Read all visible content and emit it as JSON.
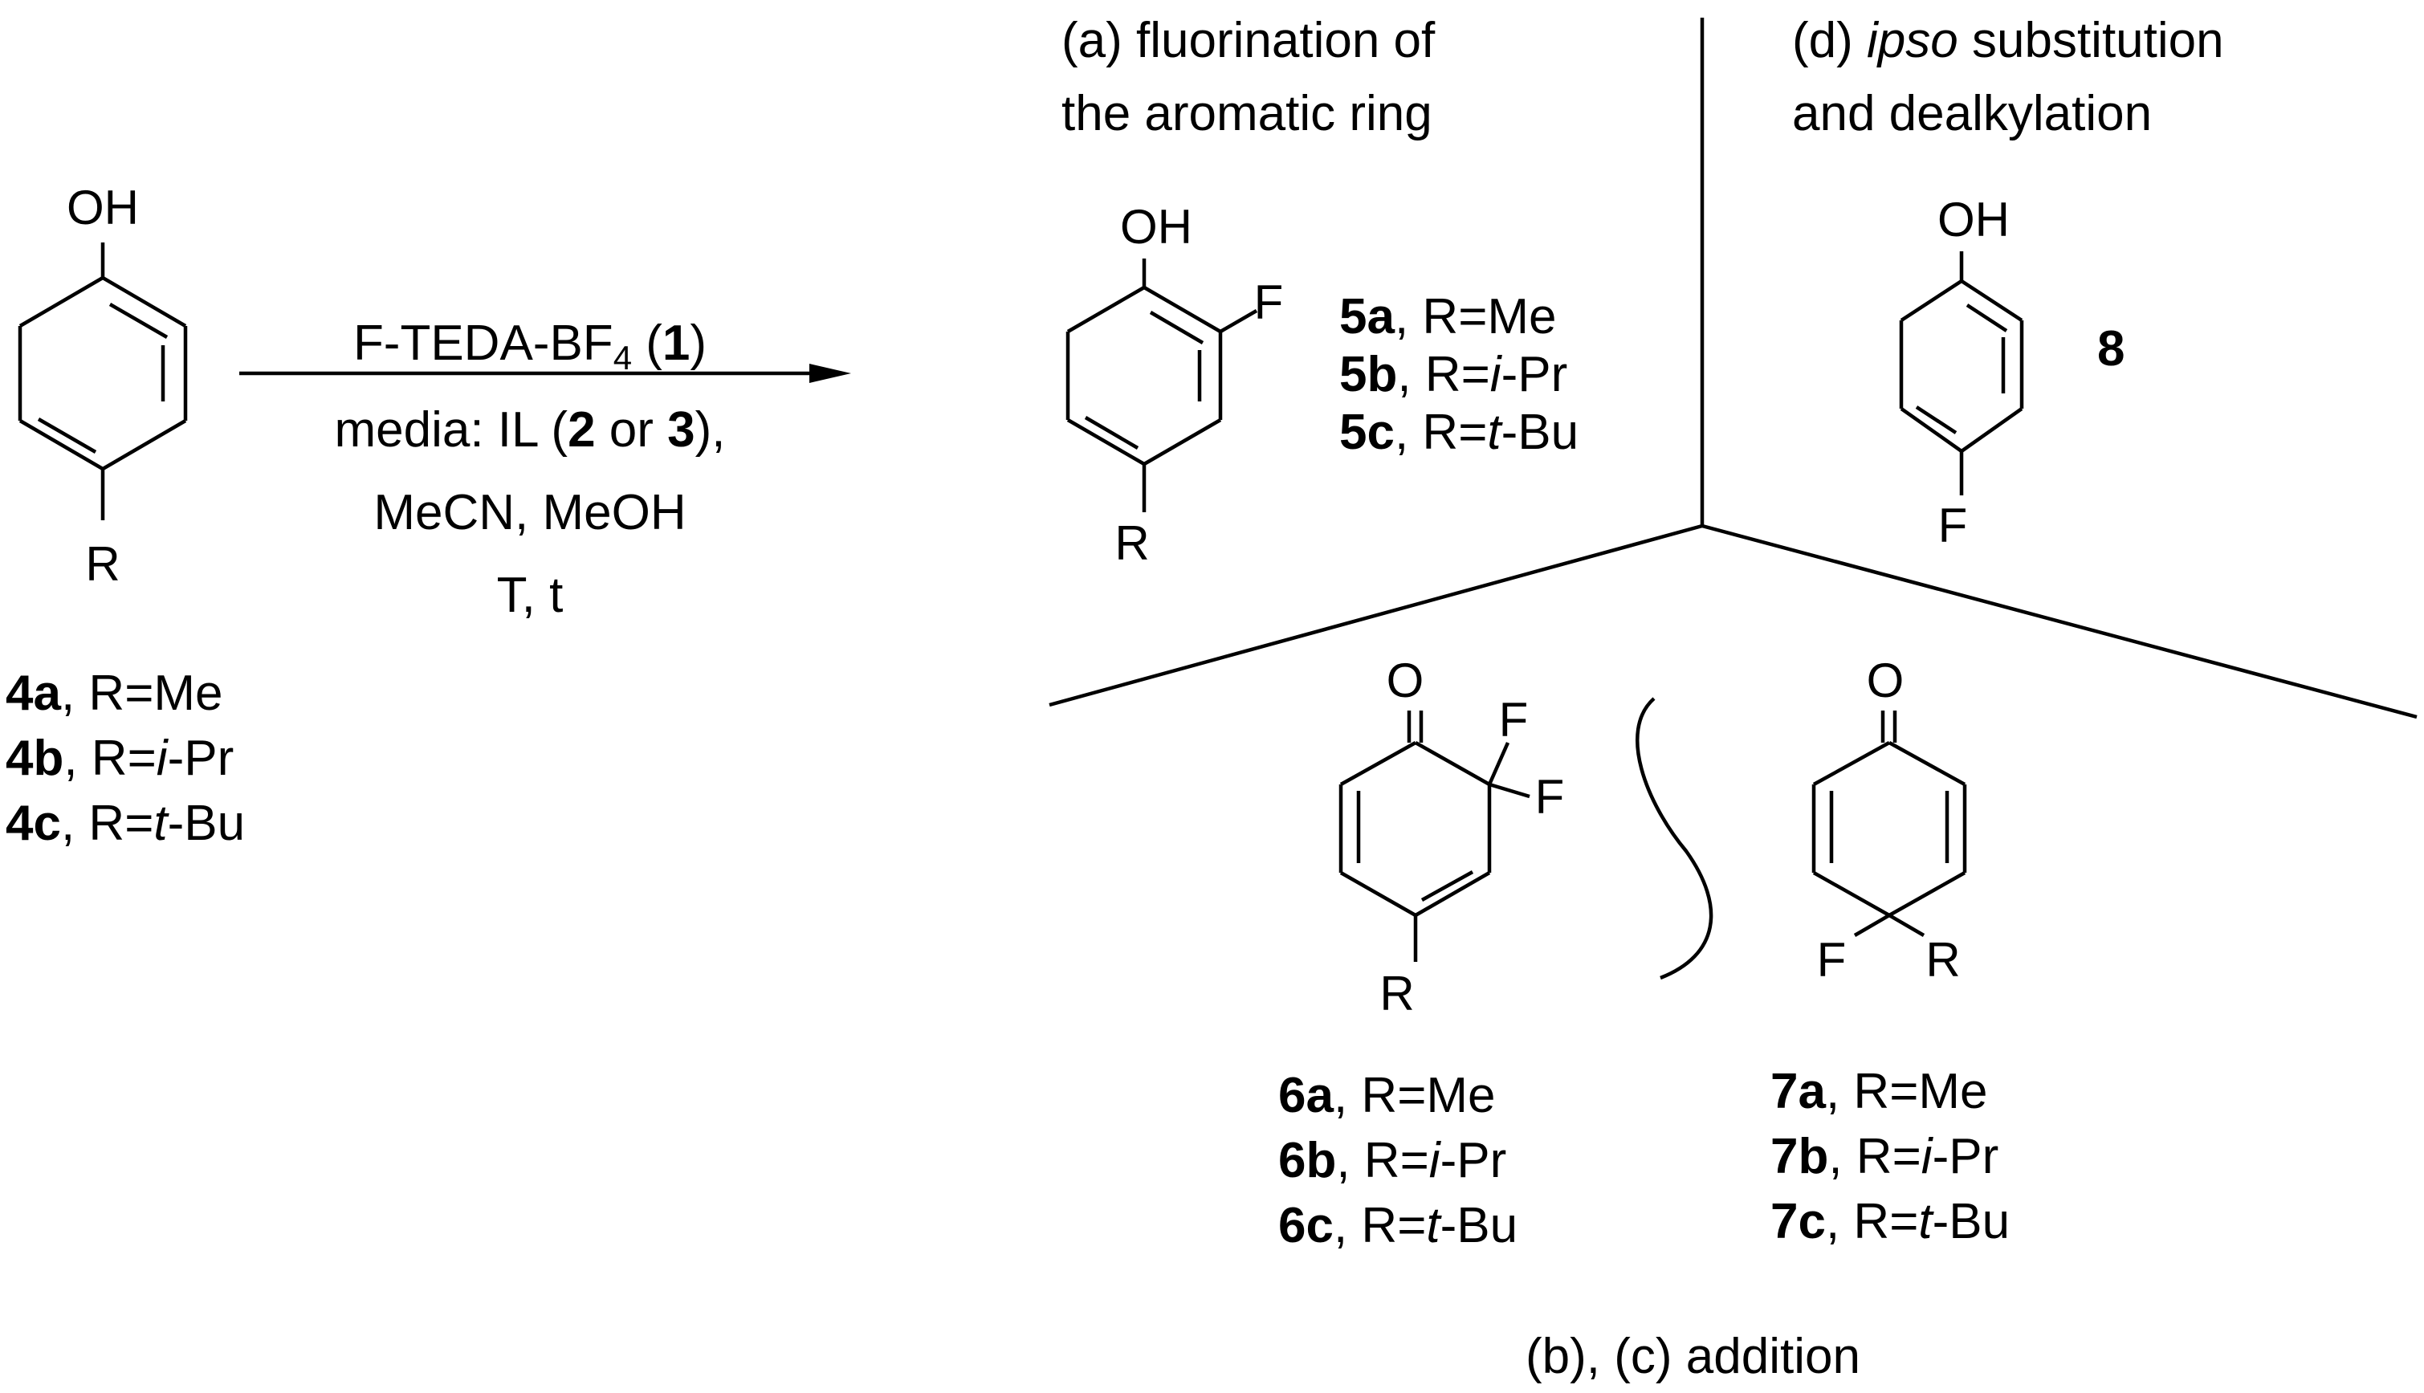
{
  "colors": {
    "ink": "#000000",
    "background": "#ffffff"
  },
  "reaction": {
    "reagent_main": "F-TEDA-BF",
    "reagent_sub": "4",
    "reagent_open": " (",
    "reagent_num": "1",
    "reagent_close": ")",
    "media_prefix": "media: IL (",
    "media_num1": "2",
    "media_or": " or ",
    "media_num2": "3",
    "media_suffix": "),",
    "solvents": "MeCN, MeOH",
    "conditions": "T, t"
  },
  "atoms": {
    "OH": "OH",
    "R": "R",
    "F": "F",
    "O": "O"
  },
  "starting_material": {
    "labels": [
      {
        "id": "4a",
        "prefix": ", R=",
        "em": "",
        "rest": "Me"
      },
      {
        "id": "4b",
        "prefix": ", R=",
        "em": "i",
        "rest": "-Pr"
      },
      {
        "id": "4c",
        "prefix": ", R=",
        "em": "t",
        "rest": "-Bu"
      }
    ]
  },
  "region_a": {
    "title_line1": "(a) fluorination of",
    "title_line2": "the aromatic ring",
    "labels": [
      {
        "id": "5a",
        "prefix": ", R=",
        "em": "",
        "rest": "Me"
      },
      {
        "id": "5b",
        "prefix": ", R=",
        "em": "i",
        "rest": "-Pr"
      },
      {
        "id": "5c",
        "prefix": ", R=",
        "em": "t",
        "rest": "-Bu"
      }
    ]
  },
  "region_d": {
    "title_pre": "(d) ",
    "title_em": "ipso",
    "title_post": " substitution",
    "title_line2": "and dealkylation",
    "compound": "8"
  },
  "region_bc": {
    "title": "(b), (c) addition",
    "labels_6": [
      {
        "id": "6a",
        "prefix": ", R=",
        "em": "",
        "rest": "Me"
      },
      {
        "id": "6b",
        "prefix": ", R=",
        "em": "i",
        "rest": "-Pr"
      },
      {
        "id": "6c",
        "prefix": ", R=",
        "em": "t",
        "rest": "-Bu"
      }
    ],
    "labels_7": [
      {
        "id": "7a",
        "prefix": ", R=",
        "em": "",
        "rest": "Me"
      },
      {
        "id": "7b",
        "prefix": ", R=",
        "em": "i",
        "rest": "-Pr"
      },
      {
        "id": "7c",
        "prefix": ", R=",
        "em": "t",
        "rest": "-Bu"
      }
    ]
  }
}
